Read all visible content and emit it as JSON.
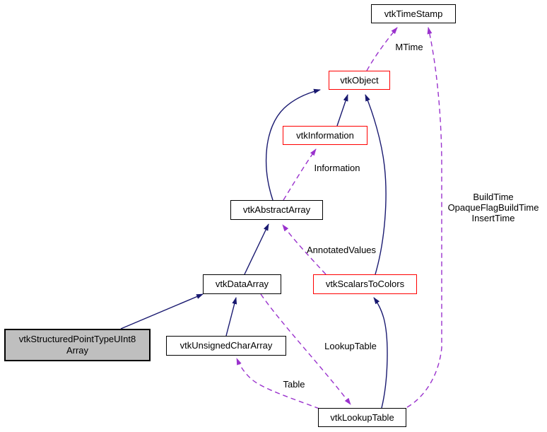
{
  "diagram": {
    "nodes": [
      {
        "id": "vtkTimeStamp",
        "label": "vtkTimeStamp"
      },
      {
        "id": "vtkObject",
        "label": "vtkObject"
      },
      {
        "id": "vtkInformation",
        "label": "vtkInformation"
      },
      {
        "id": "vtkAbstractArray",
        "label": "vtkAbstractArray"
      },
      {
        "id": "vtkDataArray",
        "label": "vtkDataArray"
      },
      {
        "id": "vtkScalarsToColors",
        "label": "vtkScalarsToColors"
      },
      {
        "id": "vtkStructuredPointTypeUInt8Array",
        "label_line1": "vtkStructuredPointTypeUInt8",
        "label_line2": "Array"
      },
      {
        "id": "vtkUnsignedCharArray",
        "label": "vtkUnsignedCharArray"
      },
      {
        "id": "vtkLookupTable",
        "label": "vtkLookupTable"
      }
    ],
    "edge_labels": {
      "mtime": "MTime",
      "information": "Information",
      "annotated_values": "AnnotatedValues",
      "lookup_table": "LookupTable",
      "table": "Table",
      "build_time": "BuildTime",
      "opaque_flag_build_time": "OpaqueFlagBuildTime",
      "insert_time": "InsertTime"
    },
    "colors": {
      "inheritance_edge": "#191970",
      "usage_edge": "#9a32cd",
      "highlight_border": "#ff0000",
      "node_border": "#000000",
      "current_node_fill": "#bfbfbf",
      "background": "#ffffff"
    }
  }
}
